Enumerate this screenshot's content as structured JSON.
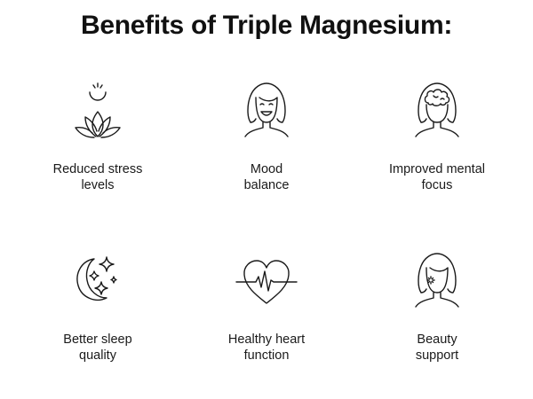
{
  "title": "Benefits of Triple Magnesium:",
  "benefits": [
    {
      "label_line1": "Reduced stress",
      "label_line2": "levels",
      "icon": "lotus-moon-icon"
    },
    {
      "label_line1": "Mood",
      "label_line2": "balance",
      "icon": "smiling-woman-icon"
    },
    {
      "label_line1": "Improved mental",
      "label_line2": "focus",
      "icon": "brain-head-icon"
    },
    {
      "label_line1": "Better sleep",
      "label_line2": "quality",
      "icon": "moon-stars-icon"
    },
    {
      "label_line1": "Healthy heart",
      "label_line2": "function",
      "icon": "heart-pulse-icon"
    },
    {
      "label_line1": "Beauty",
      "label_line2": "support",
      "icon": "sparkle-face-icon"
    }
  ]
}
